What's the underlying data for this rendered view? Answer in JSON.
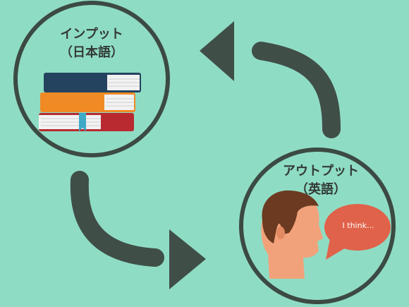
{
  "input": {
    "title": "インプット",
    "subtitle": "（日本語）"
  },
  "output": {
    "title": "アウトプット",
    "subtitle": "（英語）",
    "speech": "I think..."
  },
  "colors": {
    "background": "#8fdcc4",
    "circle_stroke": "#3c4a44",
    "arrow": "#404e48",
    "book_navy": "#24435f",
    "book_orange": "#f08a24",
    "book_red": "#b82a30",
    "bookmark": "#3fa9c8",
    "speech_bubble": "#e0624a"
  },
  "icons": [
    "book-stack-icon",
    "person-head-icon",
    "speech-bubble-icon",
    "cycle-arrow-icon"
  ]
}
